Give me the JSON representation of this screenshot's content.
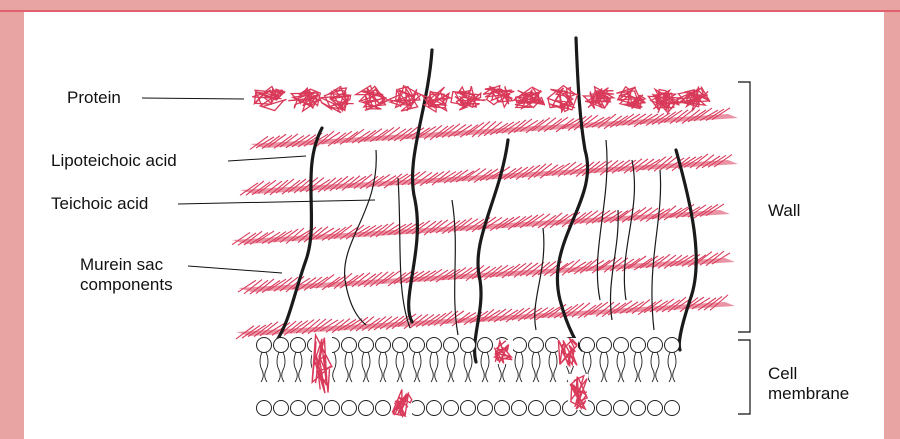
{
  "labels": {
    "protein": "Protein",
    "lipoteichoic": "Lipoteichoic acid",
    "teichoic": "Teichoic acid",
    "murein_line1": "Murein sac",
    "murein_line2": "components",
    "wall": "Wall",
    "membrane_line1": "Cell",
    "membrane_line2": "membrane"
  },
  "colors": {
    "frame": "#e8a3a3",
    "accent": "#e06070",
    "structure": "#d93a5a",
    "ink": "#111111"
  }
}
